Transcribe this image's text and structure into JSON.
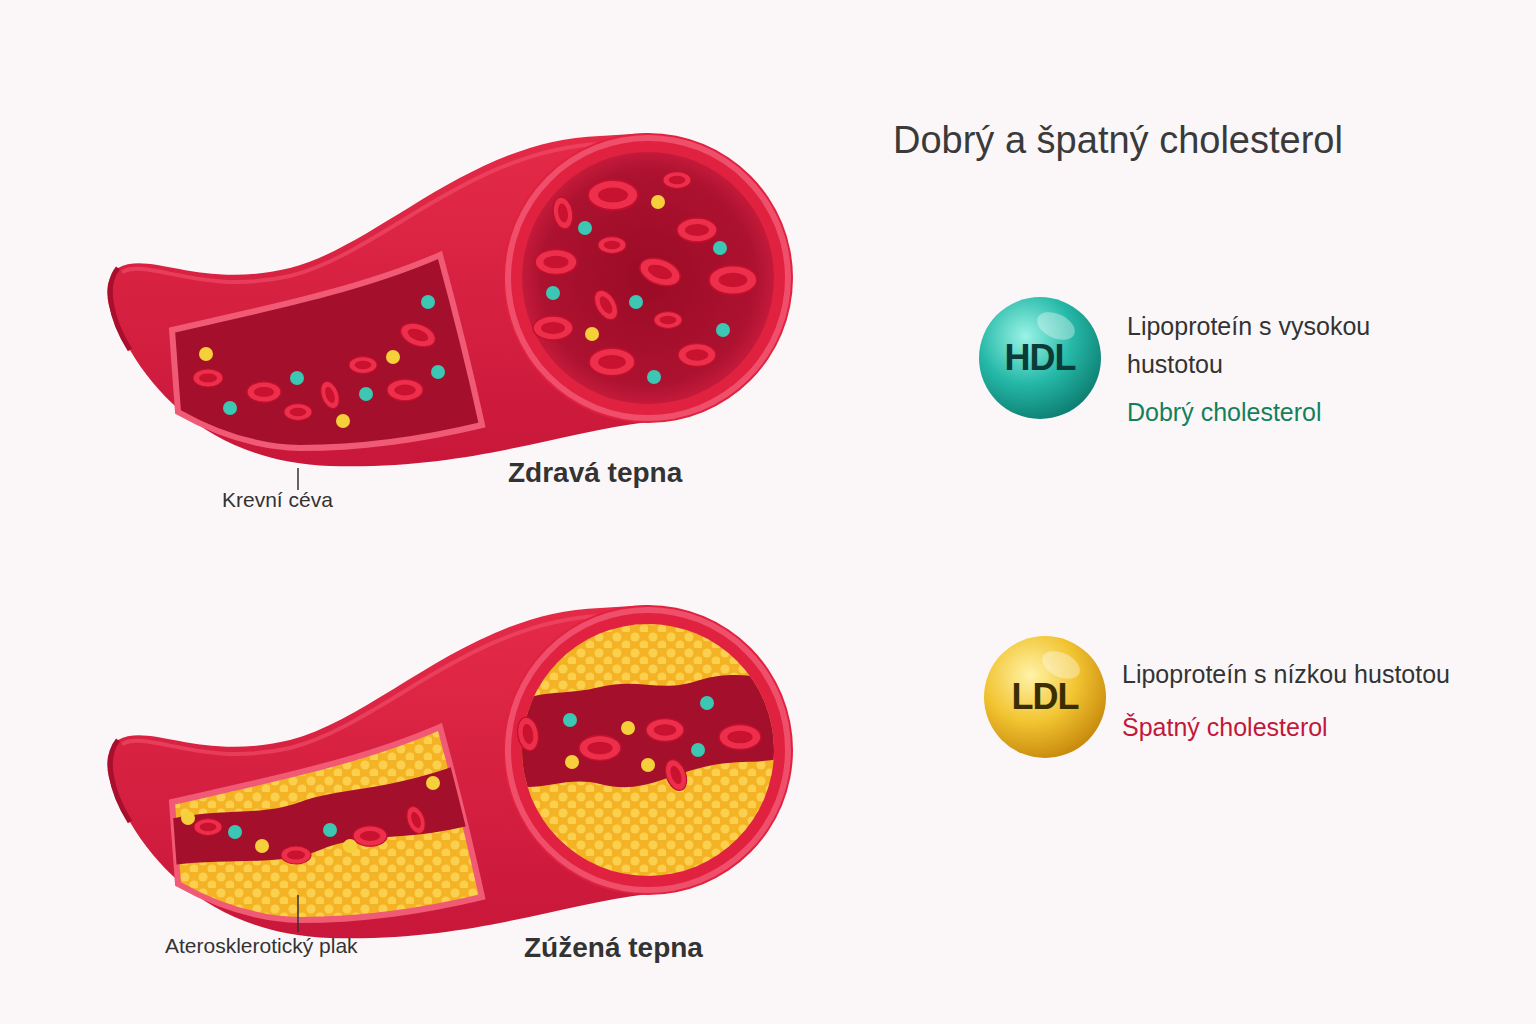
{
  "diagram": {
    "title": "Dobrý a špatný cholesterol",
    "nodes": [
      {
        "text": [
          "HDL"
        ]
      },
      {
        "text": [
          "LDL"
        ]
      }
    ],
    "labels": [
      "Zdravá tepna",
      "Krevní céva",
      "Lipoproteín s vysokou hustotou",
      "Dobrý cholesterol",
      "Lipoproteín s nízkou hustotou",
      "Špatný cholesterol",
      "Zúžená tepna",
      "Aterosklerotický plak"
    ]
  }
}
